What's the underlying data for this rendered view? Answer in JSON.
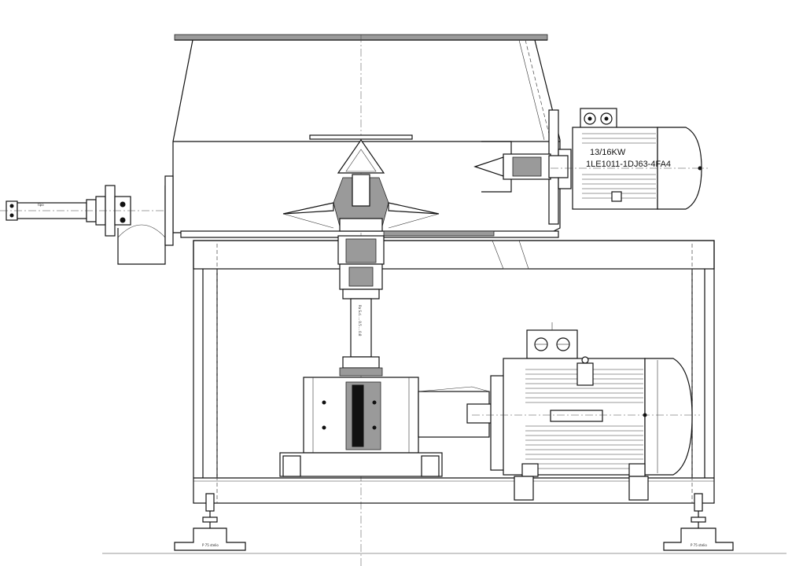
{
  "drawing": {
    "motor_top": {
      "power_label": "13/16KW",
      "model_label": "1LE1011-1DJ63-4FA4"
    },
    "foot_left_label": "P 75 stelio",
    "foot_right_label": "P 75 stelio",
    "cylinder_label": "tipo",
    "shaft_label": "Ra S.d. ... 0.5 ... 0.8"
  }
}
